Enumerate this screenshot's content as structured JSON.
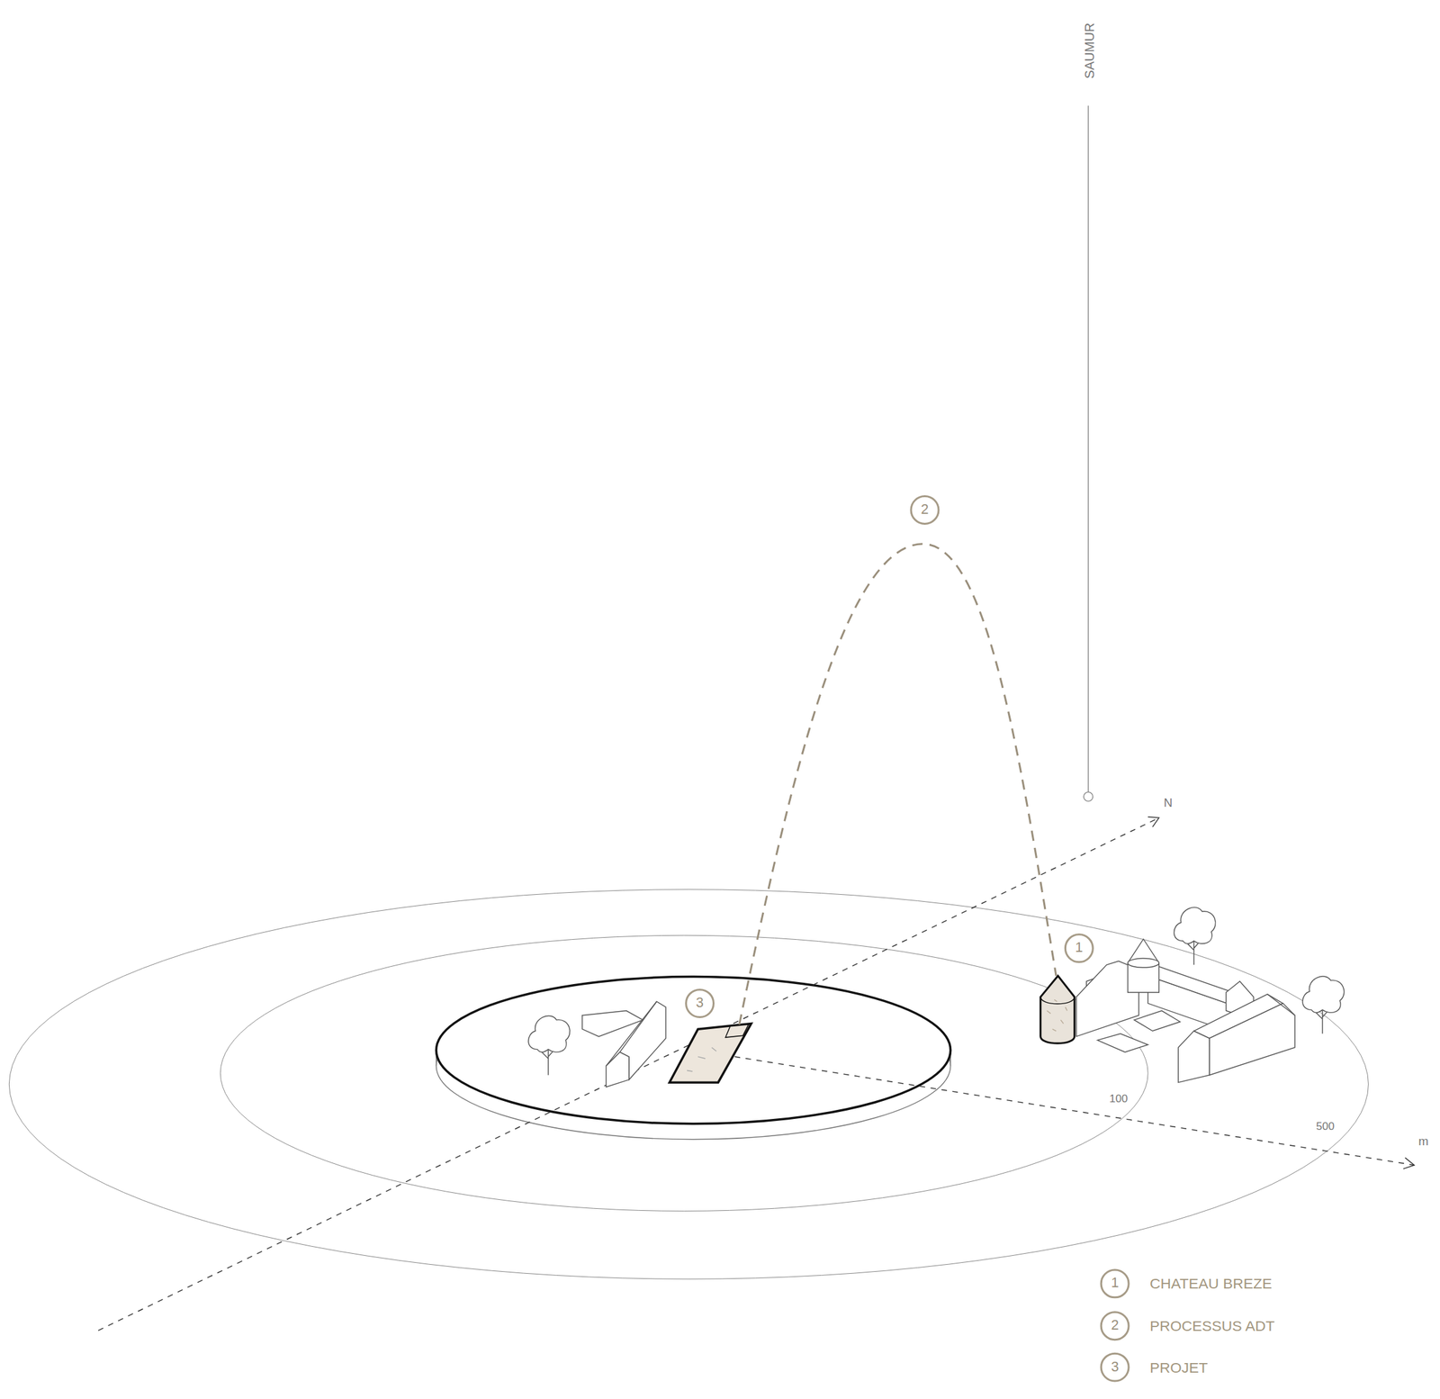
{
  "diagram": {
    "labels": [
      "SAUMUR",
      "2",
      "N",
      "1",
      "3",
      "100",
      "500",
      "m",
      "1",
      "2",
      "3"
    ],
    "legend": [
      {
        "text": "CHATEAU BREZE"
      },
      {
        "text": "PROCESSUS ADT"
      },
      {
        "text": "PROJET"
      }
    ]
  }
}
